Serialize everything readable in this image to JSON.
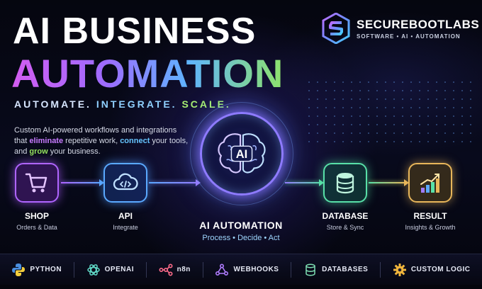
{
  "headline": {
    "line1": "AI BUSINESS",
    "line2": "AUTOMATION",
    "tagline": [
      "AUTOMATE.",
      "INTEGRATE.",
      "SCALE."
    ]
  },
  "description": {
    "part1": "Custom AI-powered workflows and integrations that ",
    "hl1": "eliminate",
    "part2": " repetitive work, ",
    "hl2": "connect",
    "part3": " your tools, and ",
    "hl3": "grow",
    "part4": " your business."
  },
  "brand": {
    "name": "SECUREBOOTLABS",
    "subtitle": "SOFTWARE • AI • AUTOMATION",
    "logo_icon": "s-hexagon-logo"
  },
  "flow": {
    "shop": {
      "label": "SHOP",
      "sub": "Orders & Data",
      "icon": "shopping-cart-icon"
    },
    "api": {
      "label": "API",
      "sub": "Integrate",
      "icon": "cloud-code-icon"
    },
    "hub": {
      "badge": "AI",
      "label": "AI AUTOMATION",
      "sub": "Process • Decide • Act",
      "icon": "brain-icon"
    },
    "database": {
      "label": "DATABASE",
      "sub": "Store & Sync",
      "icon": "database-icon"
    },
    "result": {
      "label": "RESULT",
      "sub": "Insights & Growth",
      "icon": "growth-chart-icon"
    }
  },
  "tools": [
    {
      "label": "PYTHON",
      "icon": "python-icon"
    },
    {
      "label": "OPENAI",
      "icon": "openai-icon"
    },
    {
      "label": "n8n",
      "icon": "n8n-icon"
    },
    {
      "label": "WEBHOOKS",
      "icon": "webhooks-icon"
    },
    {
      "label": "DATABASES",
      "icon": "database-icon"
    },
    {
      "label": "CUSTOM LOGIC",
      "icon": "gear-icon"
    }
  ],
  "colors": {
    "purple": "#b065ff",
    "blue": "#5aa9ff",
    "green": "#58e0a8",
    "gold": "#e8b65a",
    "background": "#05060f"
  }
}
